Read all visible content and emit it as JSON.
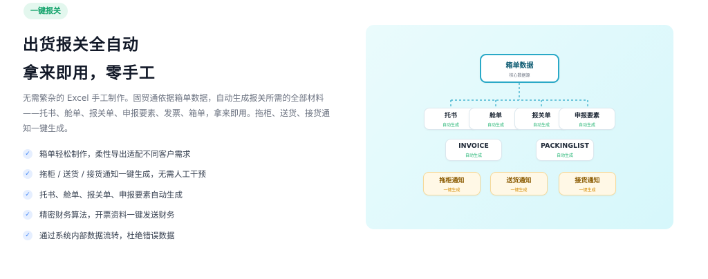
{
  "badge": "一键报关",
  "title": {
    "line1": "出货报关全自动",
    "line2": "拿来即用，零手工"
  },
  "description": "无需繁杂的 Excel 手工制作。固贸通依据箱单数据，自动生成报关所需的全部材料——托书、舱单、报关单、申报要素、发票、箱单，拿来即用。拖柜、送货、接货通知一键生成。",
  "check_icon": "check-icon",
  "features": [
    "箱单轻松制作，柔性导出适配不同客户需求",
    "拖柜 / 送货 / 接货通知一键生成，无需人工干预",
    "托书、舱单、报关单、申报要素自动生成",
    "精密财务算法，开票资料一键发送财务",
    "通过系统内部数据流转，杜绝错误数据"
  ],
  "diagram": {
    "root": {
      "title": "箱单数据",
      "sub": "核心数据源"
    },
    "row1": [
      {
        "title": "托书",
        "sub": "自动生成"
      },
      {
        "title": "舱单",
        "sub": "自动生成"
      },
      {
        "title": "报关单",
        "sub": "自动生成"
      },
      {
        "title": "申报要素",
        "sub": "自动生成"
      }
    ],
    "row2": [
      {
        "title": "INVOICE",
        "sub": "自动生成"
      },
      {
        "title": "PACKINGLIST",
        "sub": "自动生成"
      }
    ],
    "row3": [
      {
        "title": "拖柜通知",
        "sub": "一键生成"
      },
      {
        "title": "送货通知",
        "sub": "一键生成"
      },
      {
        "title": "接货通知",
        "sub": "一键生成"
      }
    ]
  }
}
